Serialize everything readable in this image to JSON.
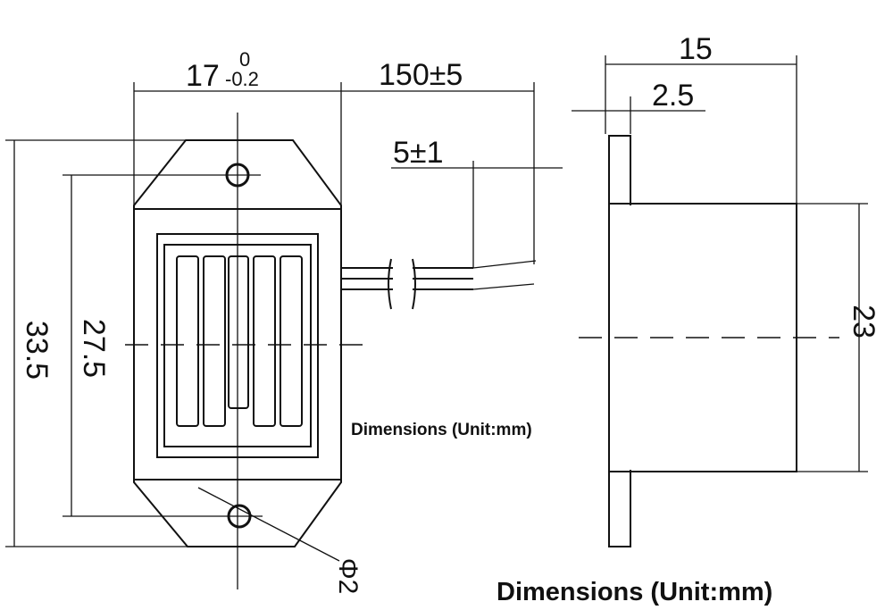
{
  "dimensions": {
    "width_main": "17",
    "width_tolerance_upper": "0",
    "width_tolerance_lower": "-0.2",
    "lead_length": "150±5",
    "lead_strip": "5±1",
    "depth_total": "15",
    "flange_thickness": "2.5",
    "total_height": "33.5",
    "hole_pitch": "27.5",
    "body_height": "23",
    "hole_diameter": "Φ2"
  },
  "notes": {
    "inline_label": "Dimensions (Unit:mm)",
    "footer_label": "Dimensions (Unit:mm)"
  }
}
